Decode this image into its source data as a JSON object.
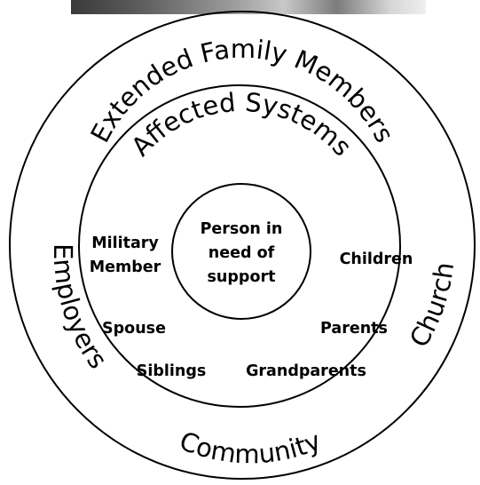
{
  "diagram": {
    "outer_ring": {
      "top_label": "Affected Systems",
      "left_label": "Employers",
      "right_label": "Church",
      "bottom_label": "Community"
    },
    "middle_ring": {
      "top_label": "Extended Family Members"
    },
    "center": {
      "lines": [
        "Person in",
        "need of",
        "support"
      ]
    },
    "family_members": {
      "military_member": [
        "Military",
        "Member"
      ],
      "children": "Children",
      "spouse": "Spouse",
      "parents": "Parents",
      "siblings": "Siblings",
      "grandparents": "Grandparents"
    },
    "colors": {
      "stroke": "#000000",
      "background": "#ffffff"
    }
  }
}
